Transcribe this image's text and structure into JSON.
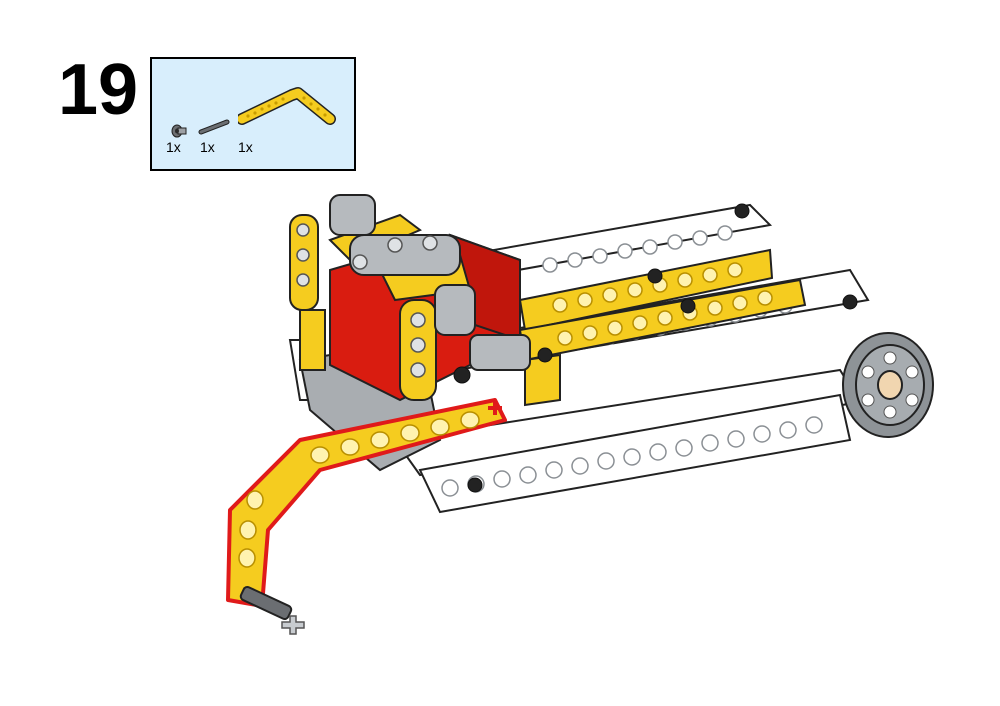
{
  "step": {
    "number": "19"
  },
  "parts_list": {
    "background_color": "#d8eefc",
    "items": [
      {
        "name": "connector-peg-icon",
        "quantity": "1x"
      },
      {
        "name": "axle-icon",
        "quantity": "1x"
      },
      {
        "name": "bent-beam-icon",
        "quantity": "1x"
      }
    ]
  },
  "colors": {
    "yellow": "#f5cc1f",
    "red": "#d91c10",
    "white": "#ffffff",
    "gray": "#9aa0a6",
    "dark": "#2b2b2b",
    "highlight_outline": "#e01a1a"
  }
}
